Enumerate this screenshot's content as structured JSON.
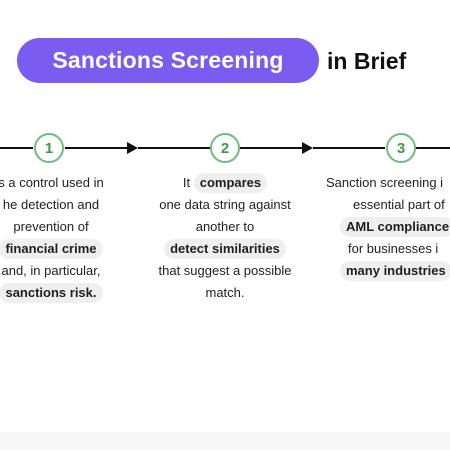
{
  "header": {
    "pill_text": "Sanctions Screening",
    "rest_text": "in Brief"
  },
  "steps": [
    {
      "number": "1"
    },
    {
      "number": "2"
    },
    {
      "number": "3"
    }
  ],
  "col1": {
    "line1": "s a control used in",
    "line2": "he detection and",
    "line3": "prevention of",
    "line4_hl": "financial crime",
    "line5": "and, in particular,",
    "line6_hl": "sanctions risk."
  },
  "col2": {
    "line1_pre": "It",
    "line1_hl": "compares",
    "line2": "one data string against",
    "line3": "another to",
    "line4_hl": "detect similarities",
    "line5": "that suggest a possible",
    "line6": "match."
  },
  "col3": {
    "line1": "Sanction screening i",
    "line2": "essential part of",
    "line3_hl": "AML compliance",
    "line4": "for businesses i",
    "line5_hl": "many industries"
  },
  "colors": {
    "accent": "#7b5cf0",
    "step_green": "#6dbe78",
    "highlight_bg": "#efefef"
  }
}
